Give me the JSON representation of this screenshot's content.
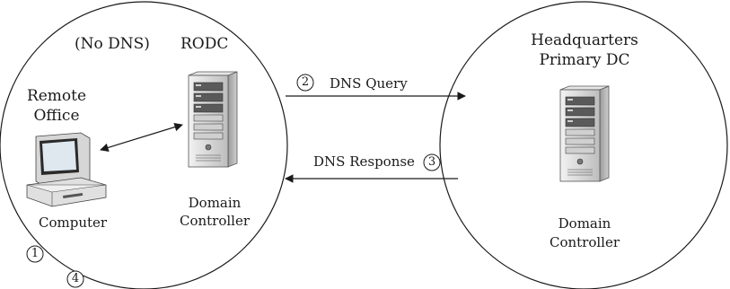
{
  "left_site": {
    "no_dns_label": "(No DNS)",
    "rodc_label": "RODC",
    "remote_office_label": [
      "Remote",
      "Office"
    ],
    "computer_label": "Computer",
    "dc_label": [
      "Domain",
      "Controller"
    ]
  },
  "right_site": {
    "title": [
      "Headquarters",
      "Primary DC"
    ],
    "dc_label": [
      "Domain",
      "Controller"
    ]
  },
  "flows": {
    "query": {
      "step": "2",
      "label": "DNS Query"
    },
    "response": {
      "step": "3",
      "label": "DNS Response"
    }
  },
  "steps": {
    "one": "1",
    "four": "4"
  },
  "colors": {
    "line": "#1a1a1a",
    "server_light": "#d9d9d9",
    "server_dark": "#8c8c8c",
    "screen": "#2a2a2a"
  }
}
